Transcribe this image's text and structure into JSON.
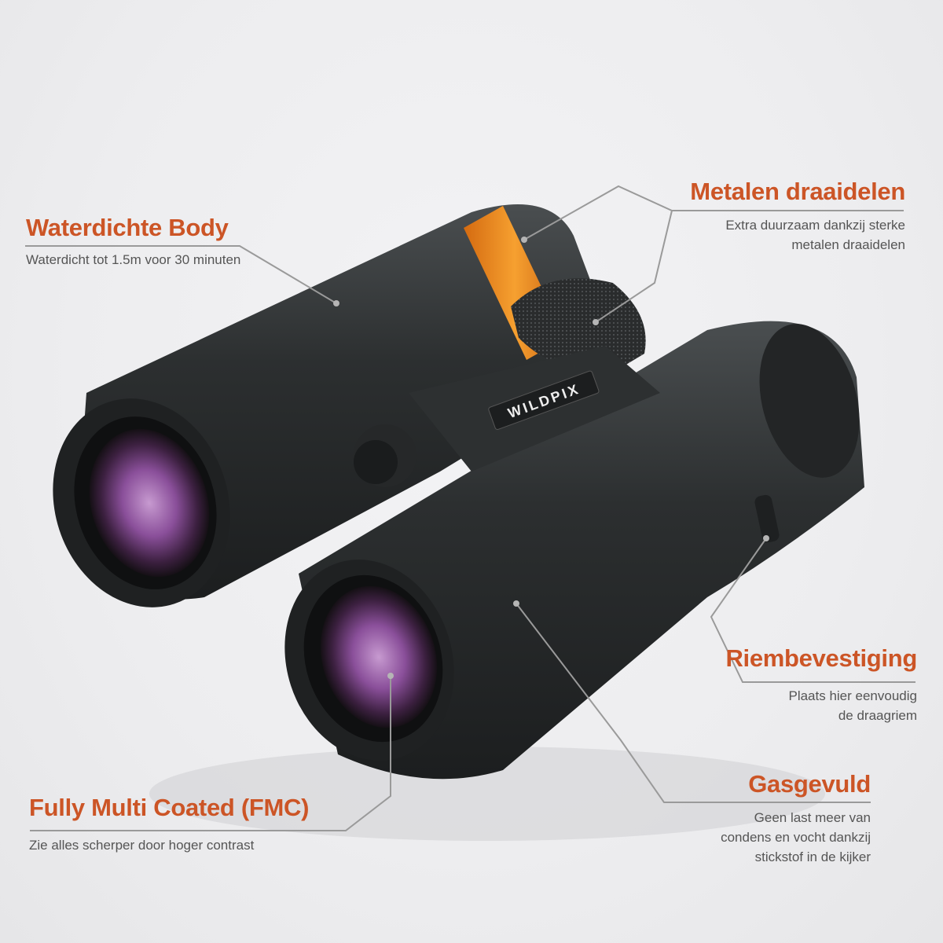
{
  "product": {
    "brand": "WILDPIX",
    "accent_color": "#cc5526",
    "body_color": "#2b2e2f",
    "focus_ring_color": "#f08a1c"
  },
  "callouts": [
    {
      "id": "waterproof",
      "title": "Waterdichte Body",
      "lines": [
        "Waterdicht tot 1.5m voor 30 minuten"
      ]
    },
    {
      "id": "metal",
      "title": "Metalen draaidelen",
      "lines": [
        "Extra duurzaam dankzij sterke",
        "metalen draaidelen"
      ]
    },
    {
      "id": "strap",
      "title": "Riembevestiging",
      "lines": [
        "Plaats hier eenvoudig",
        "de draagriem"
      ]
    },
    {
      "id": "gas",
      "title": "Gasgevuld",
      "lines": [
        "Geen last meer van",
        "condens en vocht dankzij",
        "stickstof in de kijker"
      ]
    },
    {
      "id": "fmc",
      "title": "Fully Multi Coated (FMC)",
      "lines": [
        "Zie alles scherper door hoger contrast"
      ]
    }
  ]
}
